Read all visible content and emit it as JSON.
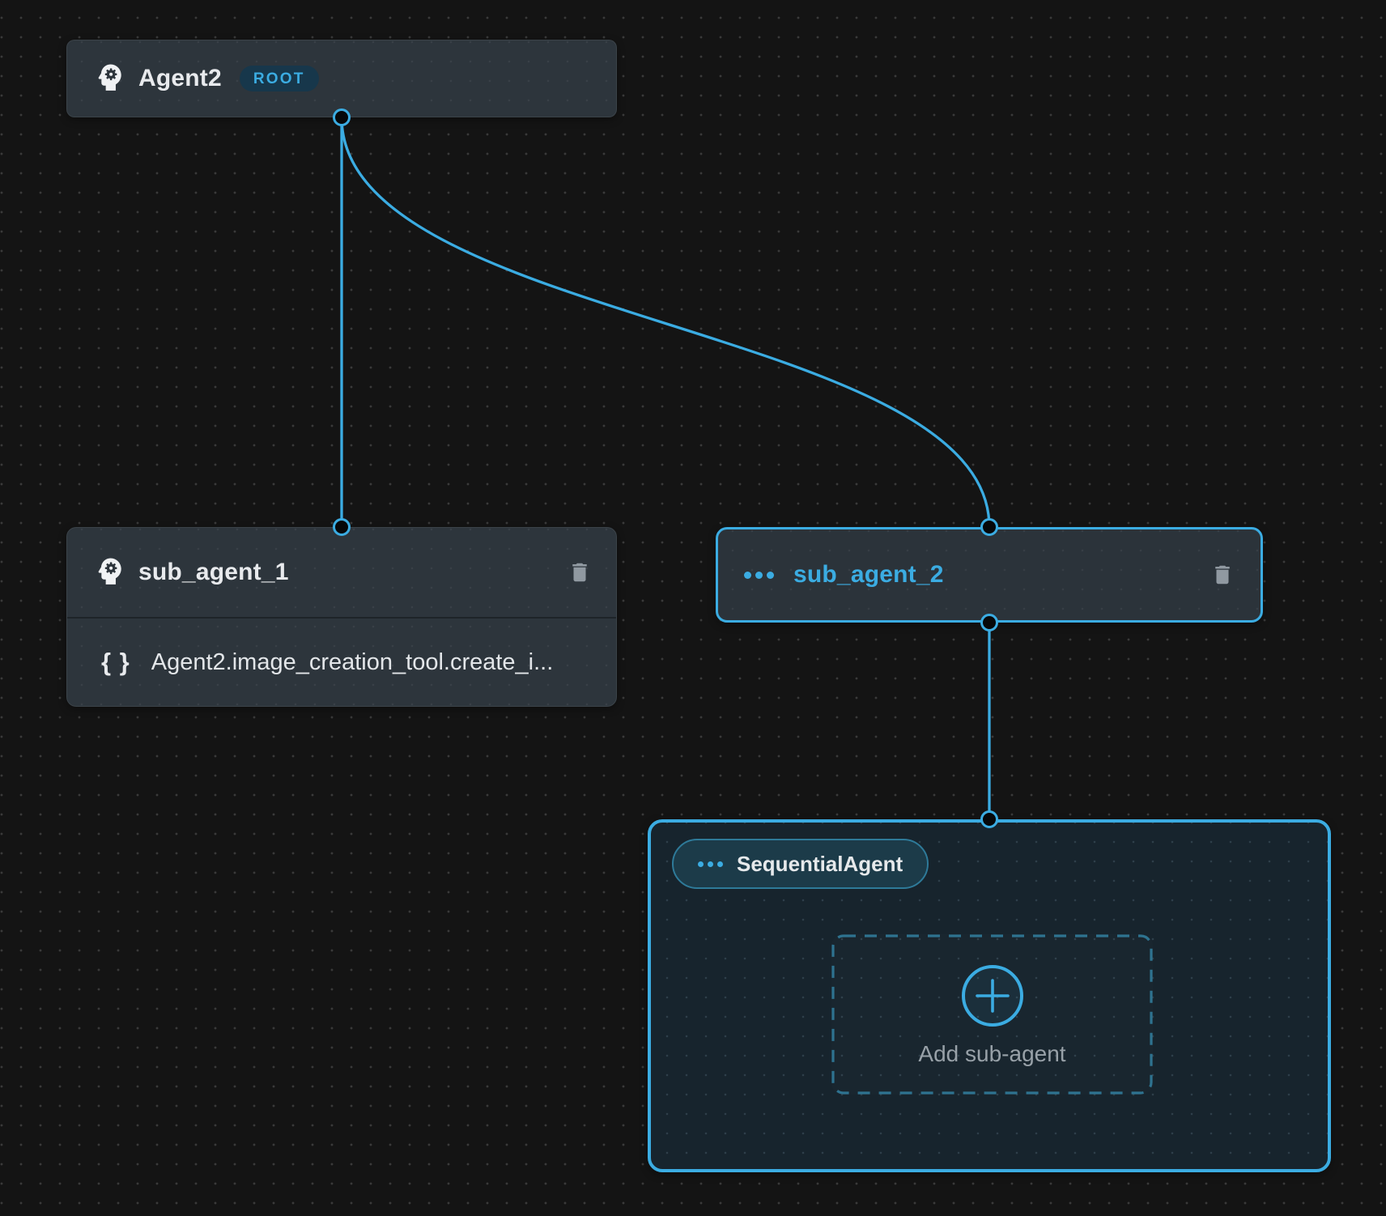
{
  "canvas": {
    "kind": "agent-flow-editor"
  },
  "colors": {
    "accent": "#3BACE2",
    "canvas_bg": "#141414",
    "node_bg": "#2D353C",
    "container_bg": "#17242D",
    "badge_bg": "#17374B",
    "pill_bg": "#1C3B49",
    "pill_border": "#2E7A99",
    "dashed_border": "#2E7390",
    "text_primary": "#E8EAED",
    "text_muted": "#98A1A8",
    "icon_gray": "#9099A1"
  },
  "icons": {
    "braces_glyph": "{ }"
  },
  "nodes": {
    "agent2": {
      "title": "Agent2",
      "badge": "ROOT",
      "icon": "psychology-icon"
    },
    "sub_agent_1": {
      "title": "sub_agent_1",
      "icon": "psychology-icon",
      "tool": {
        "icon": "braces-icon",
        "label": "Agent2.image_creation_tool.create_i..."
      }
    },
    "sub_agent_2": {
      "title": "sub_agent_2",
      "icon": "more-dots-icon",
      "selected": true
    },
    "sequential_container": {
      "type_badge": "SequentialAgent",
      "add_button": "Add sub-agent",
      "icon": "more-dots-icon"
    }
  },
  "edges": [
    {
      "from": "Agent2",
      "to": "sub_agent_1"
    },
    {
      "from": "Agent2",
      "to": "sub_agent_2"
    },
    {
      "from": "sub_agent_2",
      "to": "SequentialAgent"
    }
  ]
}
